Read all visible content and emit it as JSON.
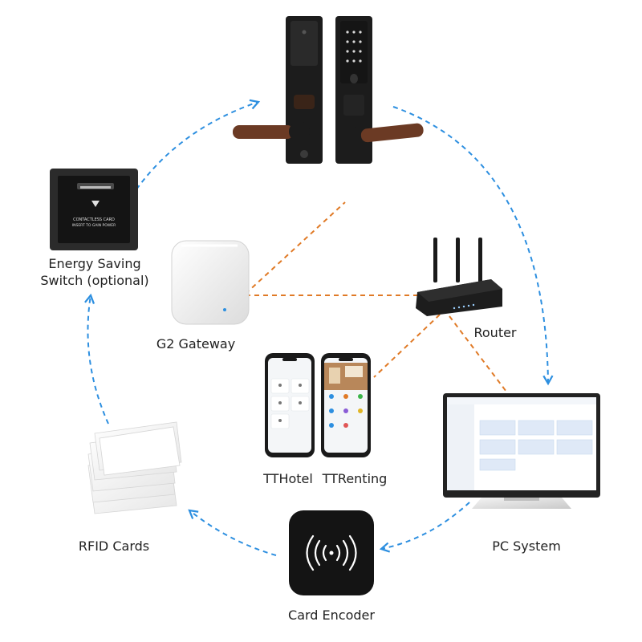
{
  "nodes": {
    "smart_lock": {
      "icon": "smart-door-lock"
    },
    "energy_switch": {
      "label_line1": "Energy Saving",
      "label_line2": "Switch (optional)",
      "slot_text_1": "CONTACTLESS CARD",
      "slot_text_2": "INSERT TO GAIN POWER",
      "icon": "card-key-power-switch"
    },
    "gateway": {
      "label": "G2 Gateway",
      "icon": "gateway-box"
    },
    "router": {
      "label": "Router",
      "icon": "wifi-router"
    },
    "tthotel": {
      "label": "TTHotel",
      "icon": "smartphone-app"
    },
    "ttrenting": {
      "label": "TTRenting",
      "icon": "smartphone-app"
    },
    "pc_system": {
      "label": "PC System",
      "icon": "monitor"
    },
    "rfid_cards": {
      "label": "RFID Cards",
      "icon": "card-stack"
    },
    "card_encoder": {
      "label": "Card Encoder",
      "icon": "card-encoder"
    }
  },
  "colors": {
    "blue_flow": "#2d8fe0",
    "orange_network": "#e07a26",
    "device_black": "#1c1c1c",
    "handle_wood": "#6b3a24",
    "label_text": "#222222"
  }
}
